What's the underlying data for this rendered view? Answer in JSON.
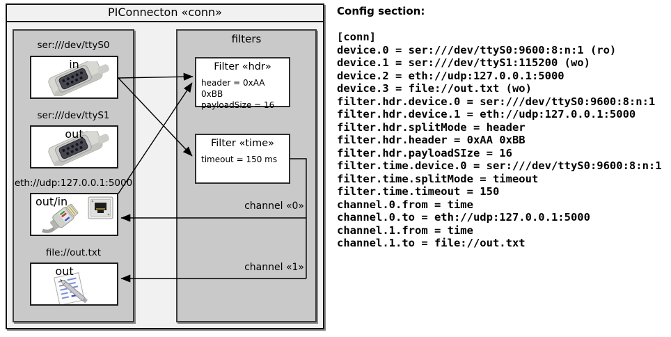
{
  "diagram": {
    "title": "PIConnecton «conn»",
    "devices": [
      {
        "label": "ser:///dev/ttyS0",
        "port": "in",
        "icon": "serial-connector-icon"
      },
      {
        "label": "ser:///dev/ttyS1",
        "port": "out",
        "icon": "serial-connector-icon"
      },
      {
        "label": "eth://udp:127.0.0.1:5000",
        "port": "out/in",
        "icon": "ethernet-connector-icon"
      },
      {
        "label": "file://out.txt",
        "port": "out",
        "icon": "file-note-icon"
      }
    ],
    "filters_panel_title": "filters",
    "filters": [
      {
        "title": "Filter «hdr»",
        "props": [
          "header = 0xAA 0xBB",
          "payloadSize = 16"
        ]
      },
      {
        "title": "Filter «time»",
        "props": [
          "timeout = 150 ms"
        ]
      }
    ],
    "channels": [
      {
        "label": "channel «0»"
      },
      {
        "label": "channel «1»"
      }
    ],
    "colors": {
      "frame_bg": "#f1f1f1",
      "panel_gray": "#c9c9c9",
      "box_white": "#ffffff",
      "line": "#000000"
    }
  },
  "config": {
    "heading": "Config section:",
    "lines": [
      "[conn]",
      "device.0 = ser:///dev/ttyS0:9600:8:n:1 (ro)",
      "device.1 = ser:///dev/ttyS1:115200 (wo)",
      "device.2 = eth://udp:127.0.0.1:5000",
      "device.3 = file://out.txt (wo)",
      "filter.hdr.device.0 = ser:///dev/ttyS0:9600:8:n:1",
      "filter.hdr.device.1 = eth://udp:127.0.0.1:5000",
      "filter.hdr.splitMode = header",
      "filter.hdr.header = 0xAA 0xBB",
      "filter.hdr.payloadSIze = 16",
      "filter.time.device.0 = ser:///dev/ttyS0:9600:8:n:1",
      "filter.time.splitMode = timeout",
      "filter.time.timeout = 150",
      "channel.0.from = time",
      "channel.0.to = eth://udp:127.0.0.1:5000",
      "channel.1.from = time",
      "channel.1.to = file://out.txt"
    ]
  }
}
